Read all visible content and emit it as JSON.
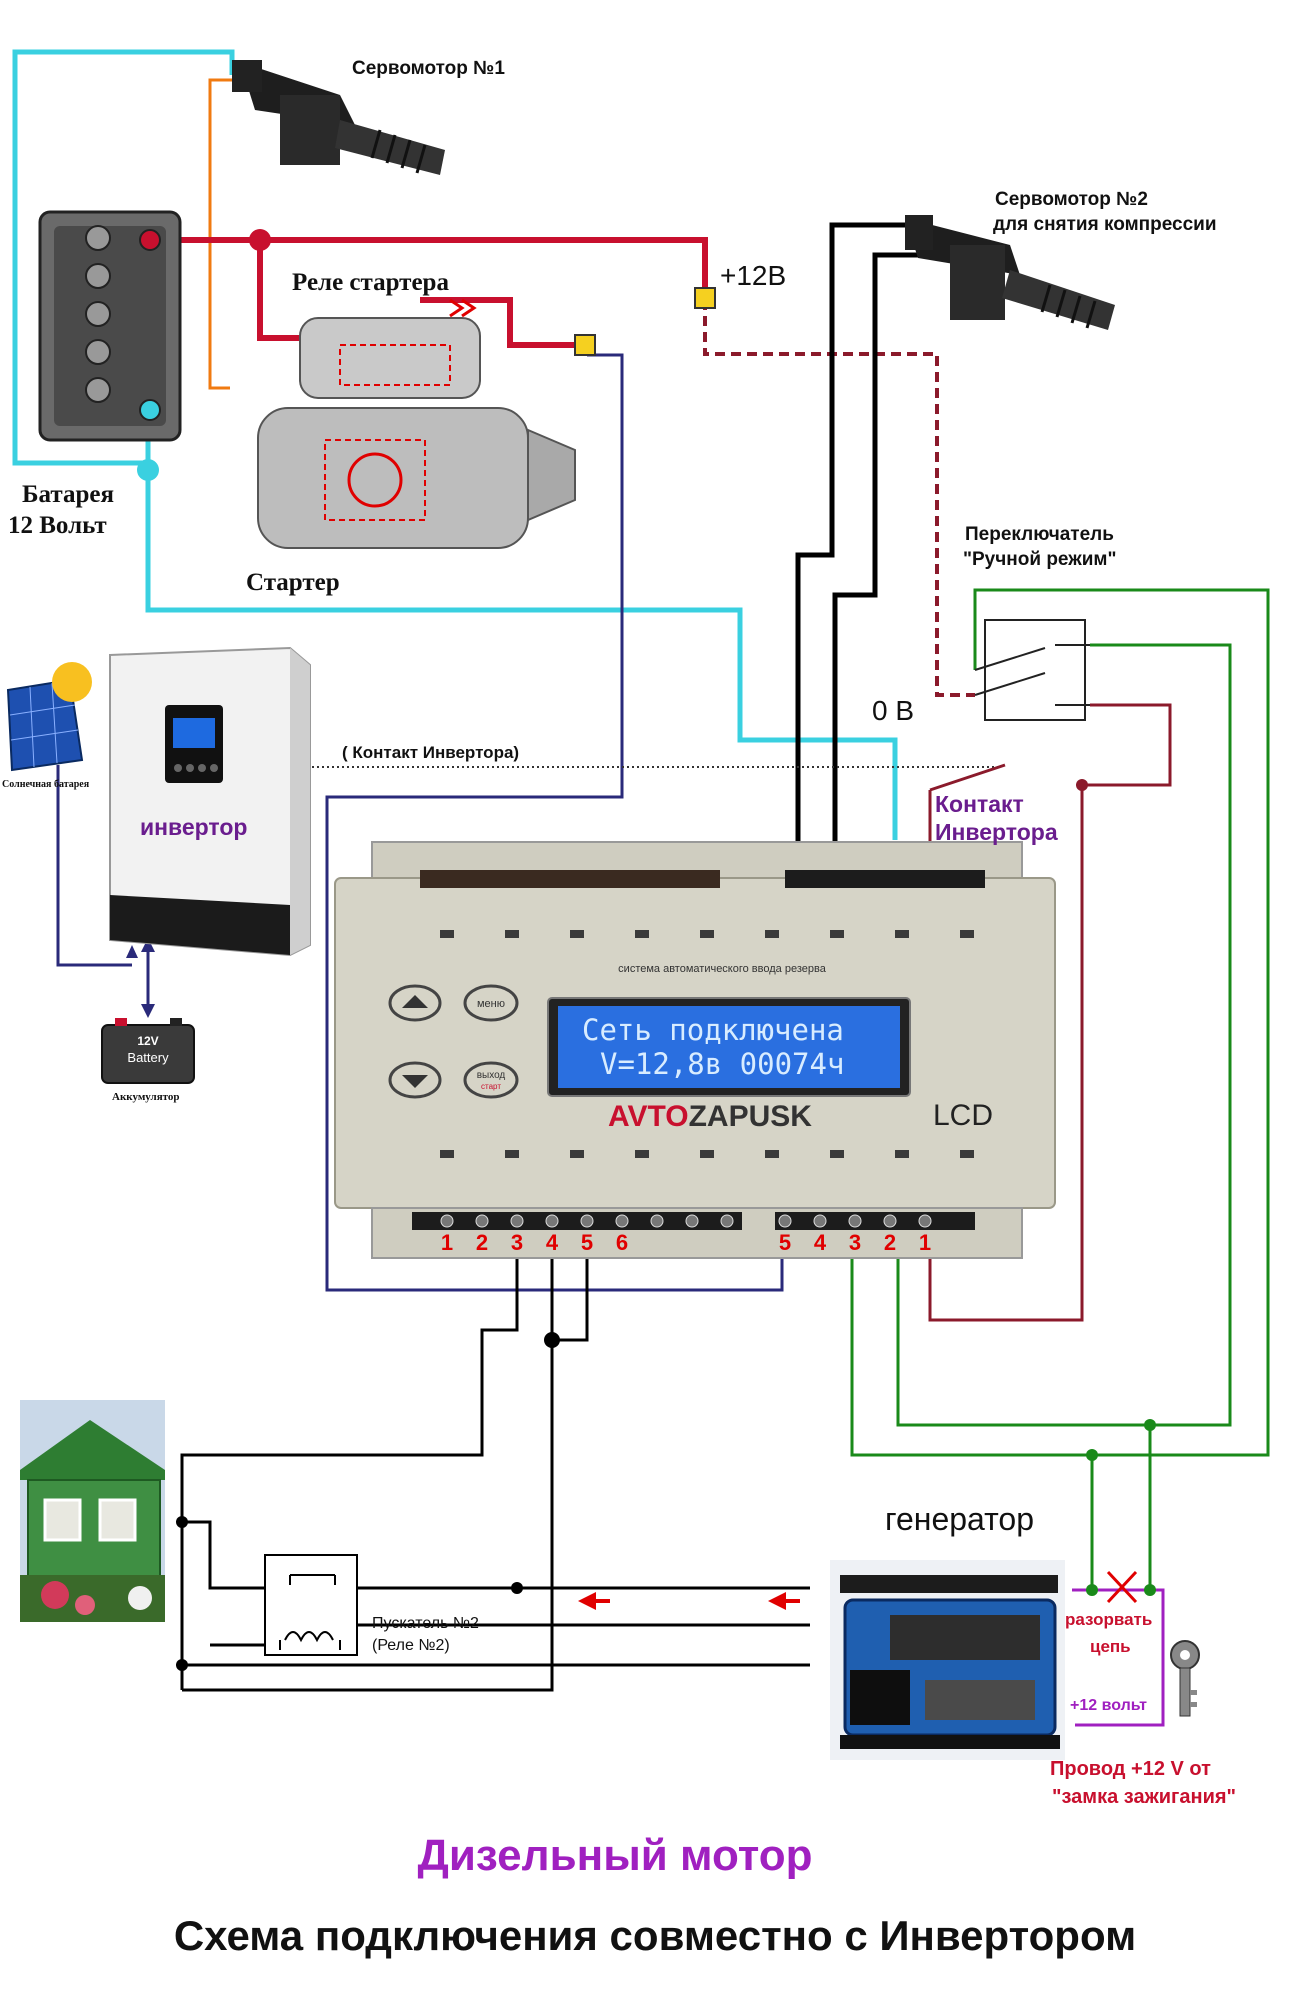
{
  "labels": {
    "servo1": "Сервомотор №1",
    "servo2_line1": "Сервомотор №2",
    "servo2_line2": "для снятия компрессии",
    "starter_relay": "Реле стартера",
    "plus12": "+12В",
    "battery_line1": "Батарея",
    "battery_line2": "12 Вольт",
    "starter": "Стартер",
    "switch_line1": "Переключатель",
    "switch_line2": "\"Ручной режим\"",
    "zero_v": "0 В",
    "solar": "Солнечная батарея",
    "inverter": "инвертор",
    "inverter_contact_dotted": "( Контакт  Инвертора)",
    "inverter_contact_line1": "Контакт",
    "inverter_contact_line2": "Инвертора",
    "accumulator": "Аккумулятор",
    "battery_badge_line1": "12V",
    "battery_badge_line2": "Battery",
    "starter2_line1": "Пускатель №2",
    "starter2_line2": "(Реле №2)",
    "generator": "генератор",
    "break_line1": "разорвать",
    "break_line2": "цепь",
    "plus12_volt": "+12 вольт",
    "ignition_line1": "Провод +12 V  от",
    "ignition_line2": "\"замка зажигания\"",
    "subtitle": "Дизельный мотор",
    "title": "Схема подключения совместно с Инвертором"
  },
  "controller": {
    "header": "система автоматического ввода резерва",
    "btn_menu": "меню",
    "btn_exit_line1": "выход",
    "btn_exit_line2": "старт",
    "lcd_line1": "Сеть  подключена",
    "lcd_line2": "V=12,8в  00074ч",
    "brand_part1": "AVTO",
    "brand_part2": "ZAPUSK",
    "model": "LCD"
  },
  "terminals": {
    "left": [
      "1",
      "2",
      "3",
      "4",
      "5",
      "6"
    ],
    "right": [
      "5",
      "4",
      "3",
      "2",
      "1"
    ]
  },
  "colors": {
    "wire_cyan": "#3ad0e0",
    "wire_red": "#c8102e",
    "wire_black": "#000000",
    "wire_green": "#1a8a1a",
    "wire_navy": "#2a2a7a",
    "wire_maroon": "#8b1a2b",
    "wire_purple": "#a020c0",
    "wire_orange": "#f07a10",
    "title_purple": "#a020c0",
    "lcd_bg": "#2a6fe0",
    "lcd_text": "#d8ecff",
    "terminal_red": "#e00000"
  }
}
